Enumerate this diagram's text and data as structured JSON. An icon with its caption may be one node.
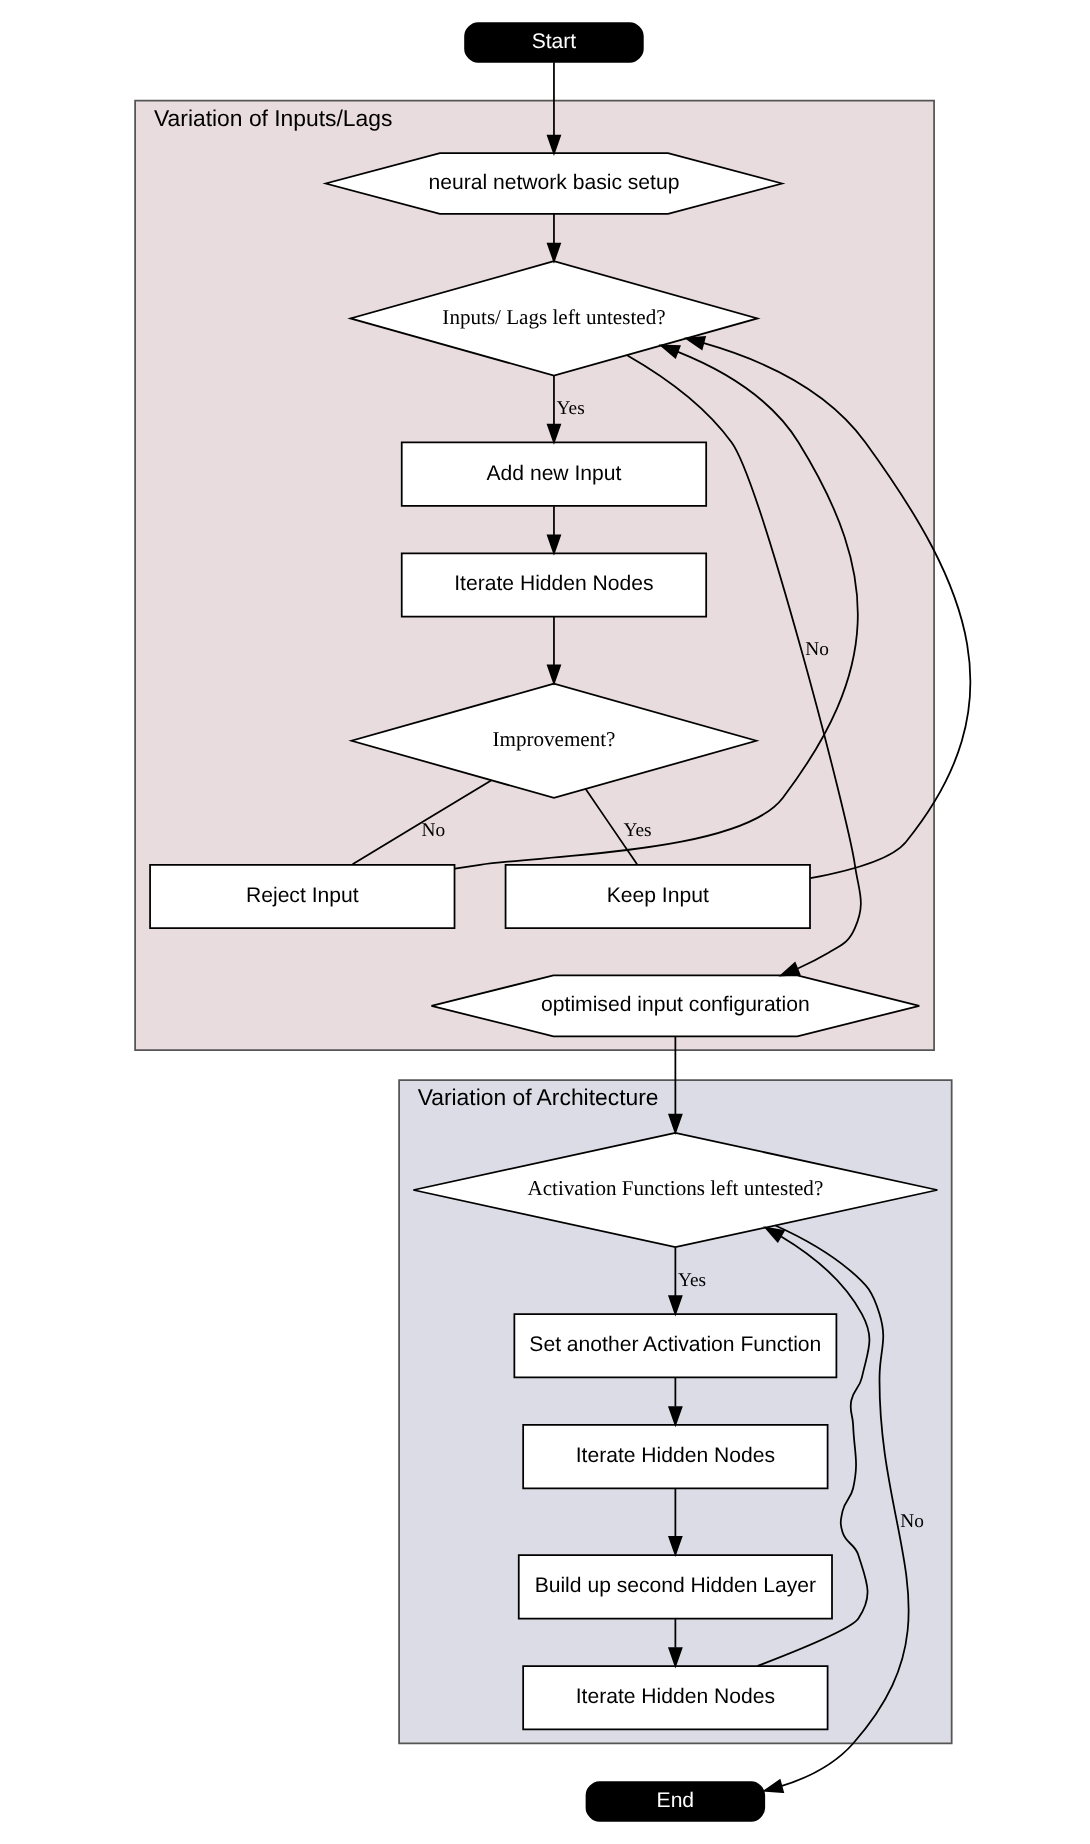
{
  "diagram": {
    "nodes": [
      {
        "text": [
          "Start"
        ]
      },
      {
        "text": [
          "Variation of Inputs/Lags"
        ]
      },
      {
        "text": [
          "neural network basic setup"
        ],
        "in": 1
      },
      {
        "text": [
          "Inputs/ Lags left untested?"
        ],
        "in": 1
      },
      {
        "text": [
          "Add new Input"
        ],
        "in": 1
      },
      {
        "text": [
          "Iterate Hidden Nodes"
        ],
        "in": 1
      },
      {
        "text": [
          "Improvement?"
        ],
        "in": 1
      },
      {
        "text": [
          "Reject Input"
        ],
        "in": 1
      },
      {
        "text": [
          "Keep Input"
        ],
        "in": 1
      },
      {
        "text": [
          "optimised input configuration"
        ],
        "in": 1
      },
      {
        "text": [
          "Variation of Architecture"
        ]
      },
      {
        "text": [
          "Activation Functions left untested?"
        ],
        "in": 10
      },
      {
        "text": [
          "Set another Activation Function"
        ],
        "in": 10
      },
      {
        "text": [
          "Iterate Hidden Nodes"
        ],
        "in": 10
      },
      {
        "text": [
          "Build up second Hidden Layer"
        ],
        "in": 10
      },
      {
        "text": [
          "Iterate Hidden Nodes"
        ],
        "in": 10
      },
      {
        "text": [
          "End"
        ]
      }
    ],
    "edges": [
      {
        "from": 0,
        "to": 2,
        "arrow": "to"
      },
      {
        "from": 2,
        "to": 3,
        "arrow": "to"
      },
      {
        "from": 3,
        "to": 4,
        "arrow": "to",
        "label": "Yes"
      },
      {
        "from": 4,
        "to": 5,
        "arrow": "to"
      },
      {
        "from": 5,
        "to": 6,
        "arrow": "to"
      },
      {
        "from": 6,
        "to": 7,
        "arrow": "none",
        "label": "No"
      },
      {
        "from": 6,
        "to": 8,
        "arrow": "none",
        "label": "Yes"
      },
      {
        "from": 7,
        "to": 3,
        "arrow": "to"
      },
      {
        "from": 8,
        "to": 3,
        "arrow": "to"
      },
      {
        "from": 3,
        "to": 9,
        "arrow": "to",
        "label": "No"
      },
      {
        "from": 9,
        "to": 11,
        "arrow": "to"
      },
      {
        "from": 11,
        "to": 12,
        "arrow": "to",
        "label": "Yes"
      },
      {
        "from": 12,
        "to": 13,
        "arrow": "to"
      },
      {
        "from": 13,
        "to": 14,
        "arrow": "to"
      },
      {
        "from": 14,
        "to": 15,
        "arrow": "to"
      },
      {
        "from": 15,
        "to": 11,
        "arrow": "to"
      },
      {
        "from": 11,
        "to": 16,
        "arrow": "to",
        "label": "No"
      }
    ]
  }
}
